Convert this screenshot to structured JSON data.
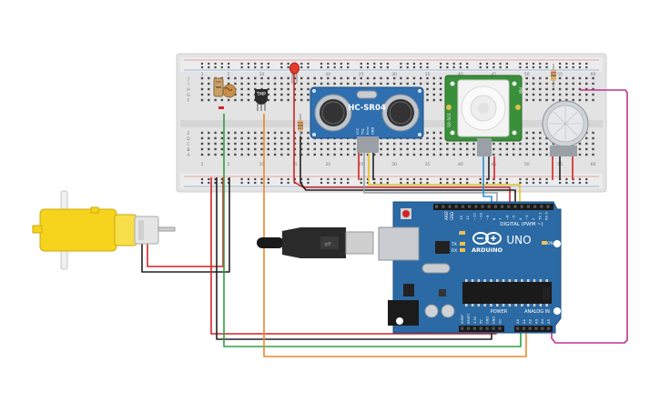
{
  "components": {
    "ultrasonic": {
      "model": "HC-SR04",
      "pins": [
        "VCC",
        "Trig",
        "Echo",
        "GND"
      ]
    },
    "pir": {
      "left_text": "SR-501",
      "right_text": "PIR"
    },
    "arduino": {
      "brand": "ARDUINO",
      "model": "UNO",
      "digital_label": "DIGITAL (PWM ~)",
      "power_label": "POWER",
      "analog_label": "ANALOG IN",
      "tx_label": "TX",
      "rx_label": "RX",
      "l_label": "L",
      "on_label": "ON",
      "aref_label": "AREF",
      "gnd_label": "GND",
      "ioref_label": "IOREF",
      "reset_label": "RESET",
      "digital_pins": [
        "13",
        "12",
        "~11",
        "~10",
        "~9",
        "8",
        "7",
        "~6",
        "~5",
        "4",
        "~3",
        "2",
        "TX 1",
        "RX 0"
      ],
      "power_pins": [
        "IOREF",
        "RESET",
        "3.3V",
        "5V",
        "GND",
        "GND",
        "Vin"
      ],
      "analog_pins": [
        "A0",
        "A1",
        "A2",
        "A3",
        "A4",
        "A5"
      ]
    },
    "breadboard": {
      "row_labels": [
        "A",
        "B",
        "C",
        "D",
        "E",
        "F",
        "G",
        "H",
        "I",
        "J"
      ],
      "col_labels": [
        "1",
        "5",
        "10",
        "15",
        "20",
        "25",
        "30",
        "35",
        "40",
        "45",
        "50",
        "55",
        "60"
      ]
    }
  },
  "colors": {
    "breadboard": "#e6e6e6",
    "arduino": "#2b6aa4",
    "motor": "#f6d31c",
    "ultrasonic": "#2f6fb0",
    "pir_board": "#3a8f3a",
    "wire_red": "#d32424",
    "wire_black": "#222222",
    "wire_green": "#2ea043",
    "wire_orange": "#e8892a",
    "wire_blue": "#2d8fd6",
    "wire_yellow": "#e6c21e",
    "wire_magenta": "#c2338f",
    "wire_gray": "#9aa0a6"
  }
}
